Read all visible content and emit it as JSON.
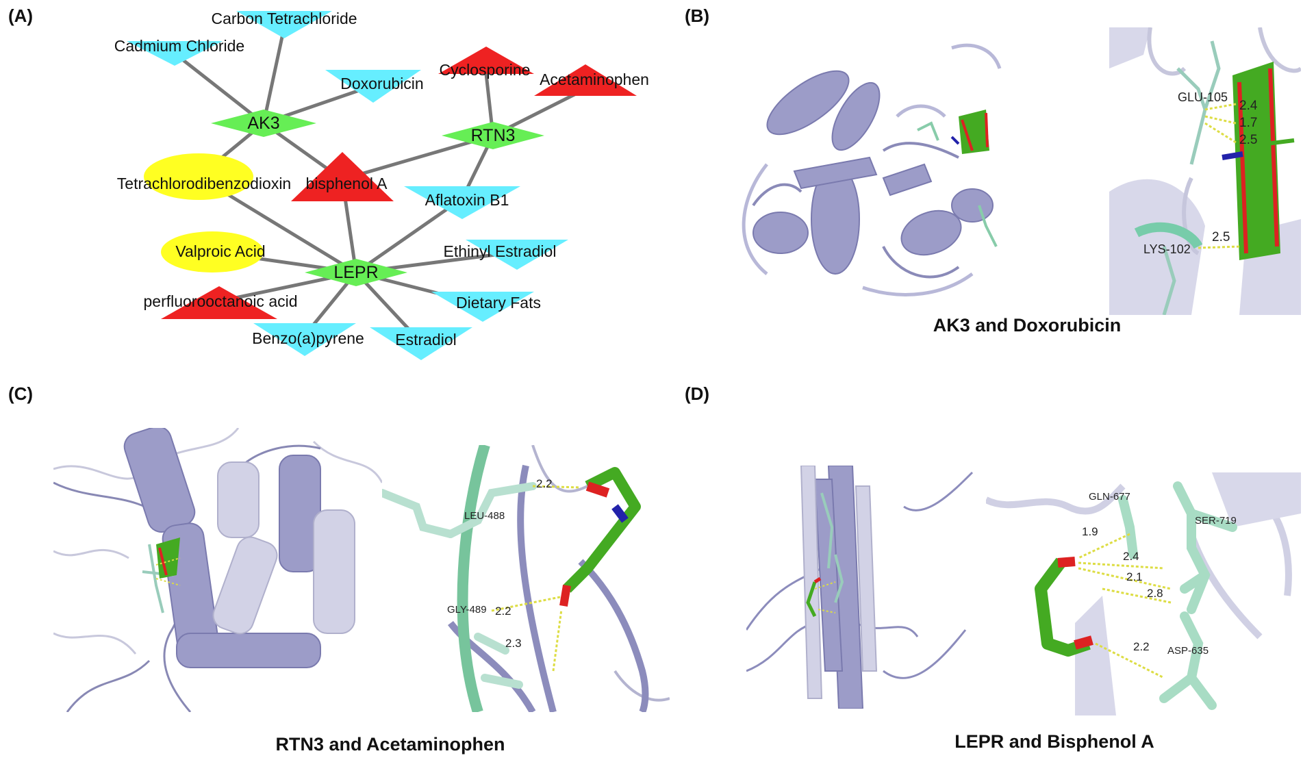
{
  "panels": {
    "a": {
      "label": "(A)"
    },
    "b": {
      "label": "(B)",
      "caption": "AK3 and Doxorubicin",
      "residues": [
        "GLU-105",
        "LYS-102"
      ],
      "distances": [
        "2.4",
        "1.7",
        "2.5",
        "2.5"
      ]
    },
    "c": {
      "label": "(C)",
      "caption": "RTN3 and Acetaminophen",
      "residues": [
        "LEU-488",
        "GLY-489"
      ],
      "distances": [
        "2.2",
        "2.2",
        "2.3"
      ]
    },
    "d": {
      "label": "(D)",
      "caption": "LEPR and Bisphenol A",
      "residues": [
        "GLN-677",
        "SER-719",
        "ASP-635"
      ],
      "distances": [
        "1.9",
        "2.4",
        "2.1",
        "2.8",
        "2.2"
      ]
    }
  },
  "network": {
    "colors": {
      "gene": "#66ee55",
      "cyan": "#66eeff",
      "red": "#ee2222",
      "yellow": "#ffff22",
      "edge": "#777777"
    },
    "genes": [
      "AK3",
      "RTN3",
      "LEPR"
    ],
    "chemicals": [
      {
        "name": "Carbon Tetrachloride",
        "shape": "cyan"
      },
      {
        "name": "Cadmium Chloride",
        "shape": "cyan"
      },
      {
        "name": "Doxorubicin",
        "shape": "cyan"
      },
      {
        "name": "Cyclosporine",
        "shape": "red"
      },
      {
        "name": "Acetaminophen",
        "shape": "red"
      },
      {
        "name": "Tetrachlorodibenzodioxin",
        "shape": "yellow"
      },
      {
        "name": "bisphenol A",
        "shape": "red"
      },
      {
        "name": "Aflatoxin B1",
        "shape": "cyan"
      },
      {
        "name": "Valproic Acid",
        "shape": "yellow"
      },
      {
        "name": "Ethinyl Estradiol",
        "shape": "cyan"
      },
      {
        "name": "perfluorooctanoic acid",
        "shape": "red"
      },
      {
        "name": "Dietary Fats",
        "shape": "cyan"
      },
      {
        "name": "Benzo(a)pyrene",
        "shape": "cyan"
      },
      {
        "name": "Estradiol",
        "shape": "cyan"
      }
    ]
  }
}
